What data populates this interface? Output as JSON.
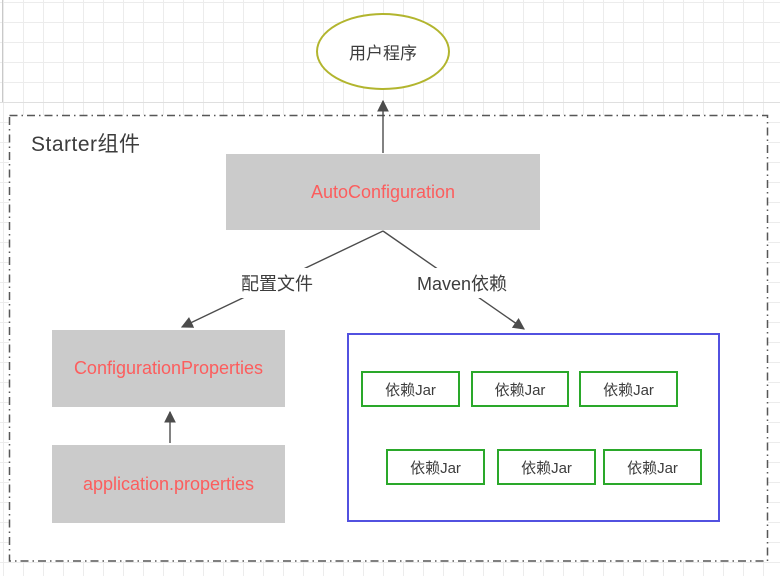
{
  "diagram": {
    "container_title": "Starter组件",
    "user_program_label": "用户程序",
    "auto_configuration_label": "AutoConfiguration",
    "configuration_properties_label": "ConfigurationProperties",
    "application_properties_label": "application.properties",
    "edge_labels": {
      "config_file": "配置文件",
      "maven_dependency": "Maven依赖"
    },
    "dependency_box": {
      "jars": [
        "依赖Jar",
        "依赖Jar",
        "依赖Jar",
        "依赖Jar",
        "依赖Jar",
        "依赖Jar"
      ]
    }
  },
  "colors": {
    "node_fill": "#cbcbcb",
    "node_text": "#fc5d5d",
    "ellipse_border": "#b2b52e",
    "blue_border": "#5251e0",
    "green_border": "#2aa82a",
    "line_color": "#4c4c4c",
    "dash_border": "#575757",
    "text_dark": "#3d3d3d",
    "grid_line": "#ececec"
  }
}
